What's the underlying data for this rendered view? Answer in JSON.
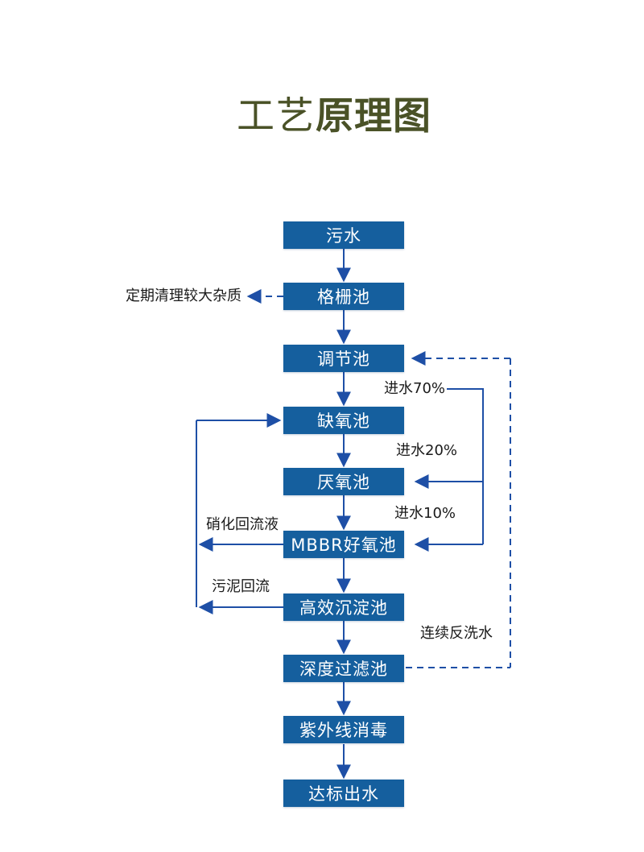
{
  "title": {
    "light": "工艺",
    "bold": "原理图"
  },
  "colors": {
    "node_fill": "#155f9e",
    "node_text": "#ffffff",
    "connector": "#1e4fa6",
    "title_text": "#4a5227",
    "label_text": "#1a1a1a",
    "background": "#ffffff"
  },
  "flow": {
    "nodes": [
      {
        "label": "污水"
      },
      {
        "label": "格栅池"
      },
      {
        "label": "调节池"
      },
      {
        "label": "缺氧池"
      },
      {
        "label": "厌氧池"
      },
      {
        "label": "MBBR好氧池"
      },
      {
        "label": "高效沉淀池"
      },
      {
        "label": "深度过滤池"
      },
      {
        "label": "紫外线消毒"
      },
      {
        "label": "达标出水"
      }
    ],
    "annotations": {
      "grid_cleanup": "定期清理较大杂质",
      "inflow70": "进水70%",
      "inflow20": "进水20%",
      "inflow10": "进水10%",
      "nitrification_return": "硝化回流液",
      "sludge_return": "污泥回流",
      "backwash": "连续反洗水"
    }
  }
}
